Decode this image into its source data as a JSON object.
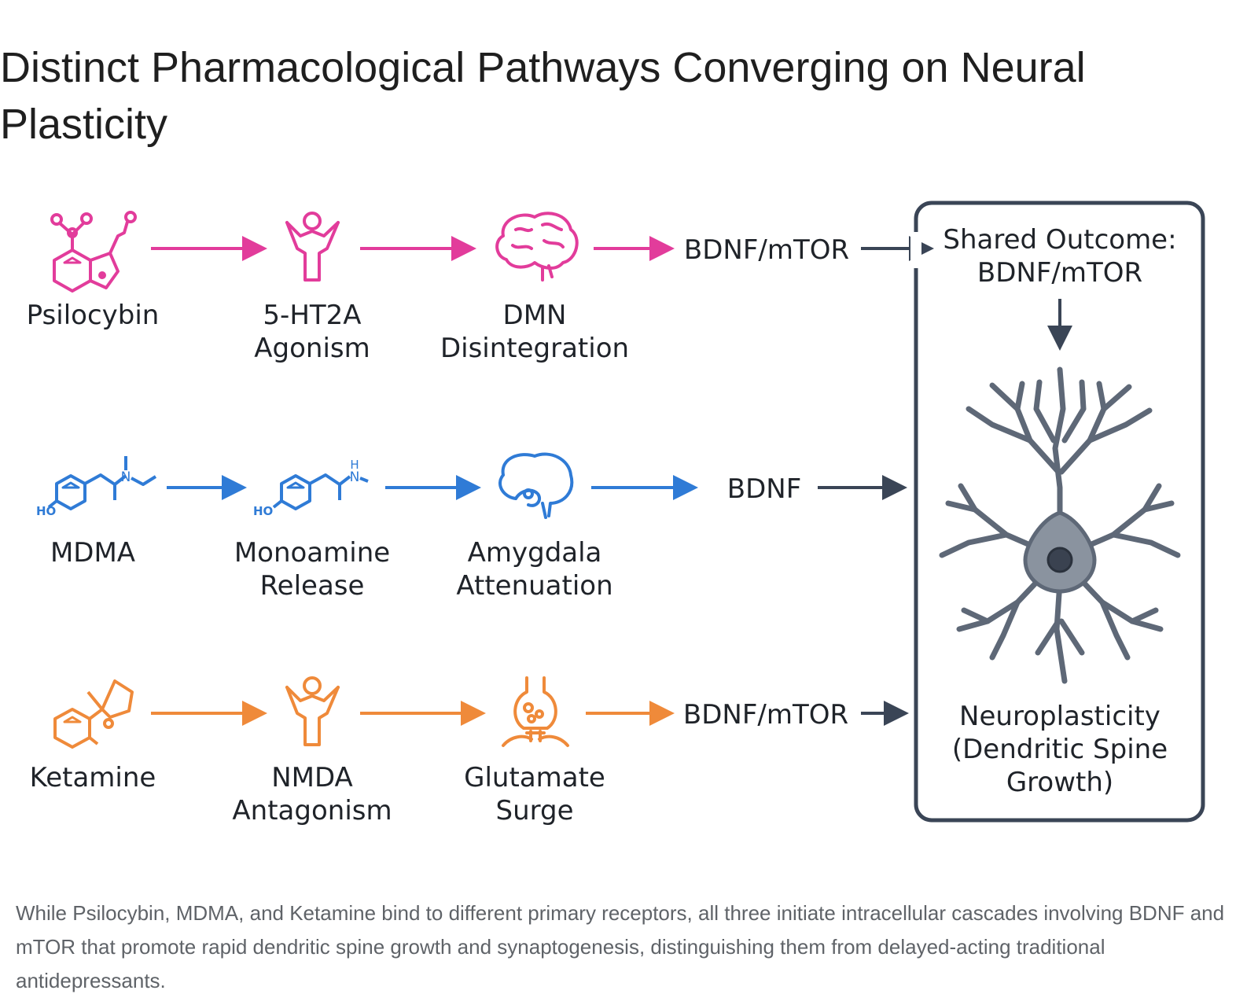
{
  "title": "Distinct Pharmacological Pathways Converging on Neural Plasticity",
  "colors": {
    "psilocybin": "#e23c9b",
    "mdma": "#2f7bd6",
    "ketamine": "#ef8a3a",
    "neutral": "#3a4556",
    "neuron": "#7d8794"
  },
  "pathways": [
    {
      "drug": "Psilocybin",
      "receptor": [
        "5-HT2A",
        "Agonism"
      ],
      "effect": [
        "DMN",
        "Disintegration"
      ],
      "target": "BDNF/mTOR",
      "effect_icon": "brain-icon"
    },
    {
      "drug": "MDMA",
      "receptor": [
        "Monoamine",
        "Release"
      ],
      "effect": [
        "Amygdala",
        "Attenuation"
      ],
      "target": "BDNF",
      "effect_icon": "brain-amygdala-icon"
    },
    {
      "drug": "Ketamine",
      "receptor": [
        "NMDA",
        "Antagonism"
      ],
      "effect": [
        "Glutamate",
        "Surge"
      ],
      "target": "BDNF/mTOR",
      "effect_icon": "synapse-icon"
    }
  ],
  "molecule_labels": {
    "mdma_ho": "HO",
    "mdma_n": "N",
    "monoamine_ho": "HO",
    "monoamine_h": "H",
    "monoamine_n": "N"
  },
  "outcome": {
    "heading": [
      "Shared Outcome:",
      "BDNF/mTOR"
    ],
    "result": [
      "Neuroplasticity",
      "(Dendritic Spine",
      "Growth)"
    ]
  },
  "caption": "While Psilocybin, MDMA, and Ketamine bind to different primary receptors, all three initiate intracellular cascades involving BDNF and mTOR that promote rapid dendritic spine growth and synaptogenesis, distinguishing them from delayed-acting traditional antidepressants."
}
